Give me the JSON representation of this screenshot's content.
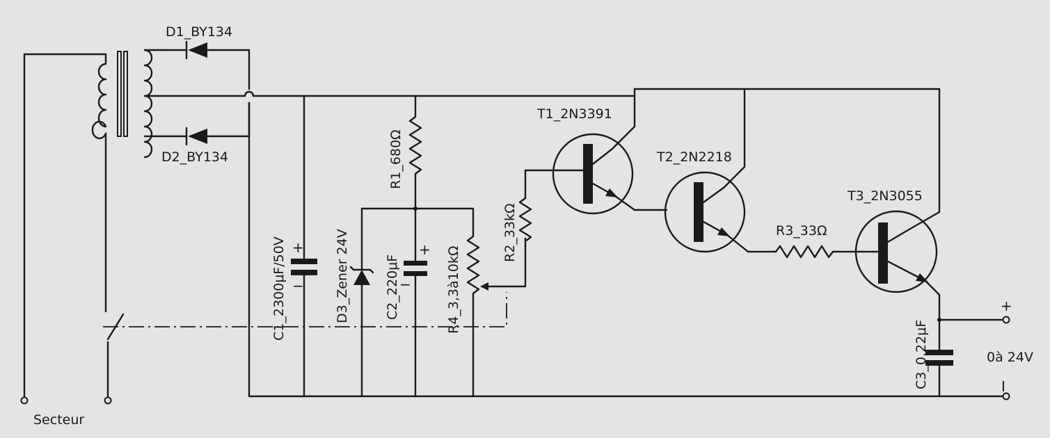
{
  "labels": {
    "d1": "D1_BY134",
    "d2": "D2_BY134",
    "c1": "C1_2300μF/50V",
    "d3": "D3_Zener 24V",
    "r1": "R1_680Ω",
    "c2": "C2_220μF",
    "r4": "R4_3,3à10kΩ",
    "r2": "R2_33kΩ",
    "t1": "T1_2N3391",
    "t2": "T2_2N2218",
    "r3": "R3_33Ω",
    "t3": "T3_2N3055",
    "c3": "C3_0,22μF",
    "output": "0à 24V",
    "mains": "Secteur"
  },
  "signs": {
    "plus": "+",
    "minus": "−",
    "ground": "I"
  },
  "colors": {
    "paper": "#e4e4e2",
    "ink": "#1a1a1a"
  }
}
